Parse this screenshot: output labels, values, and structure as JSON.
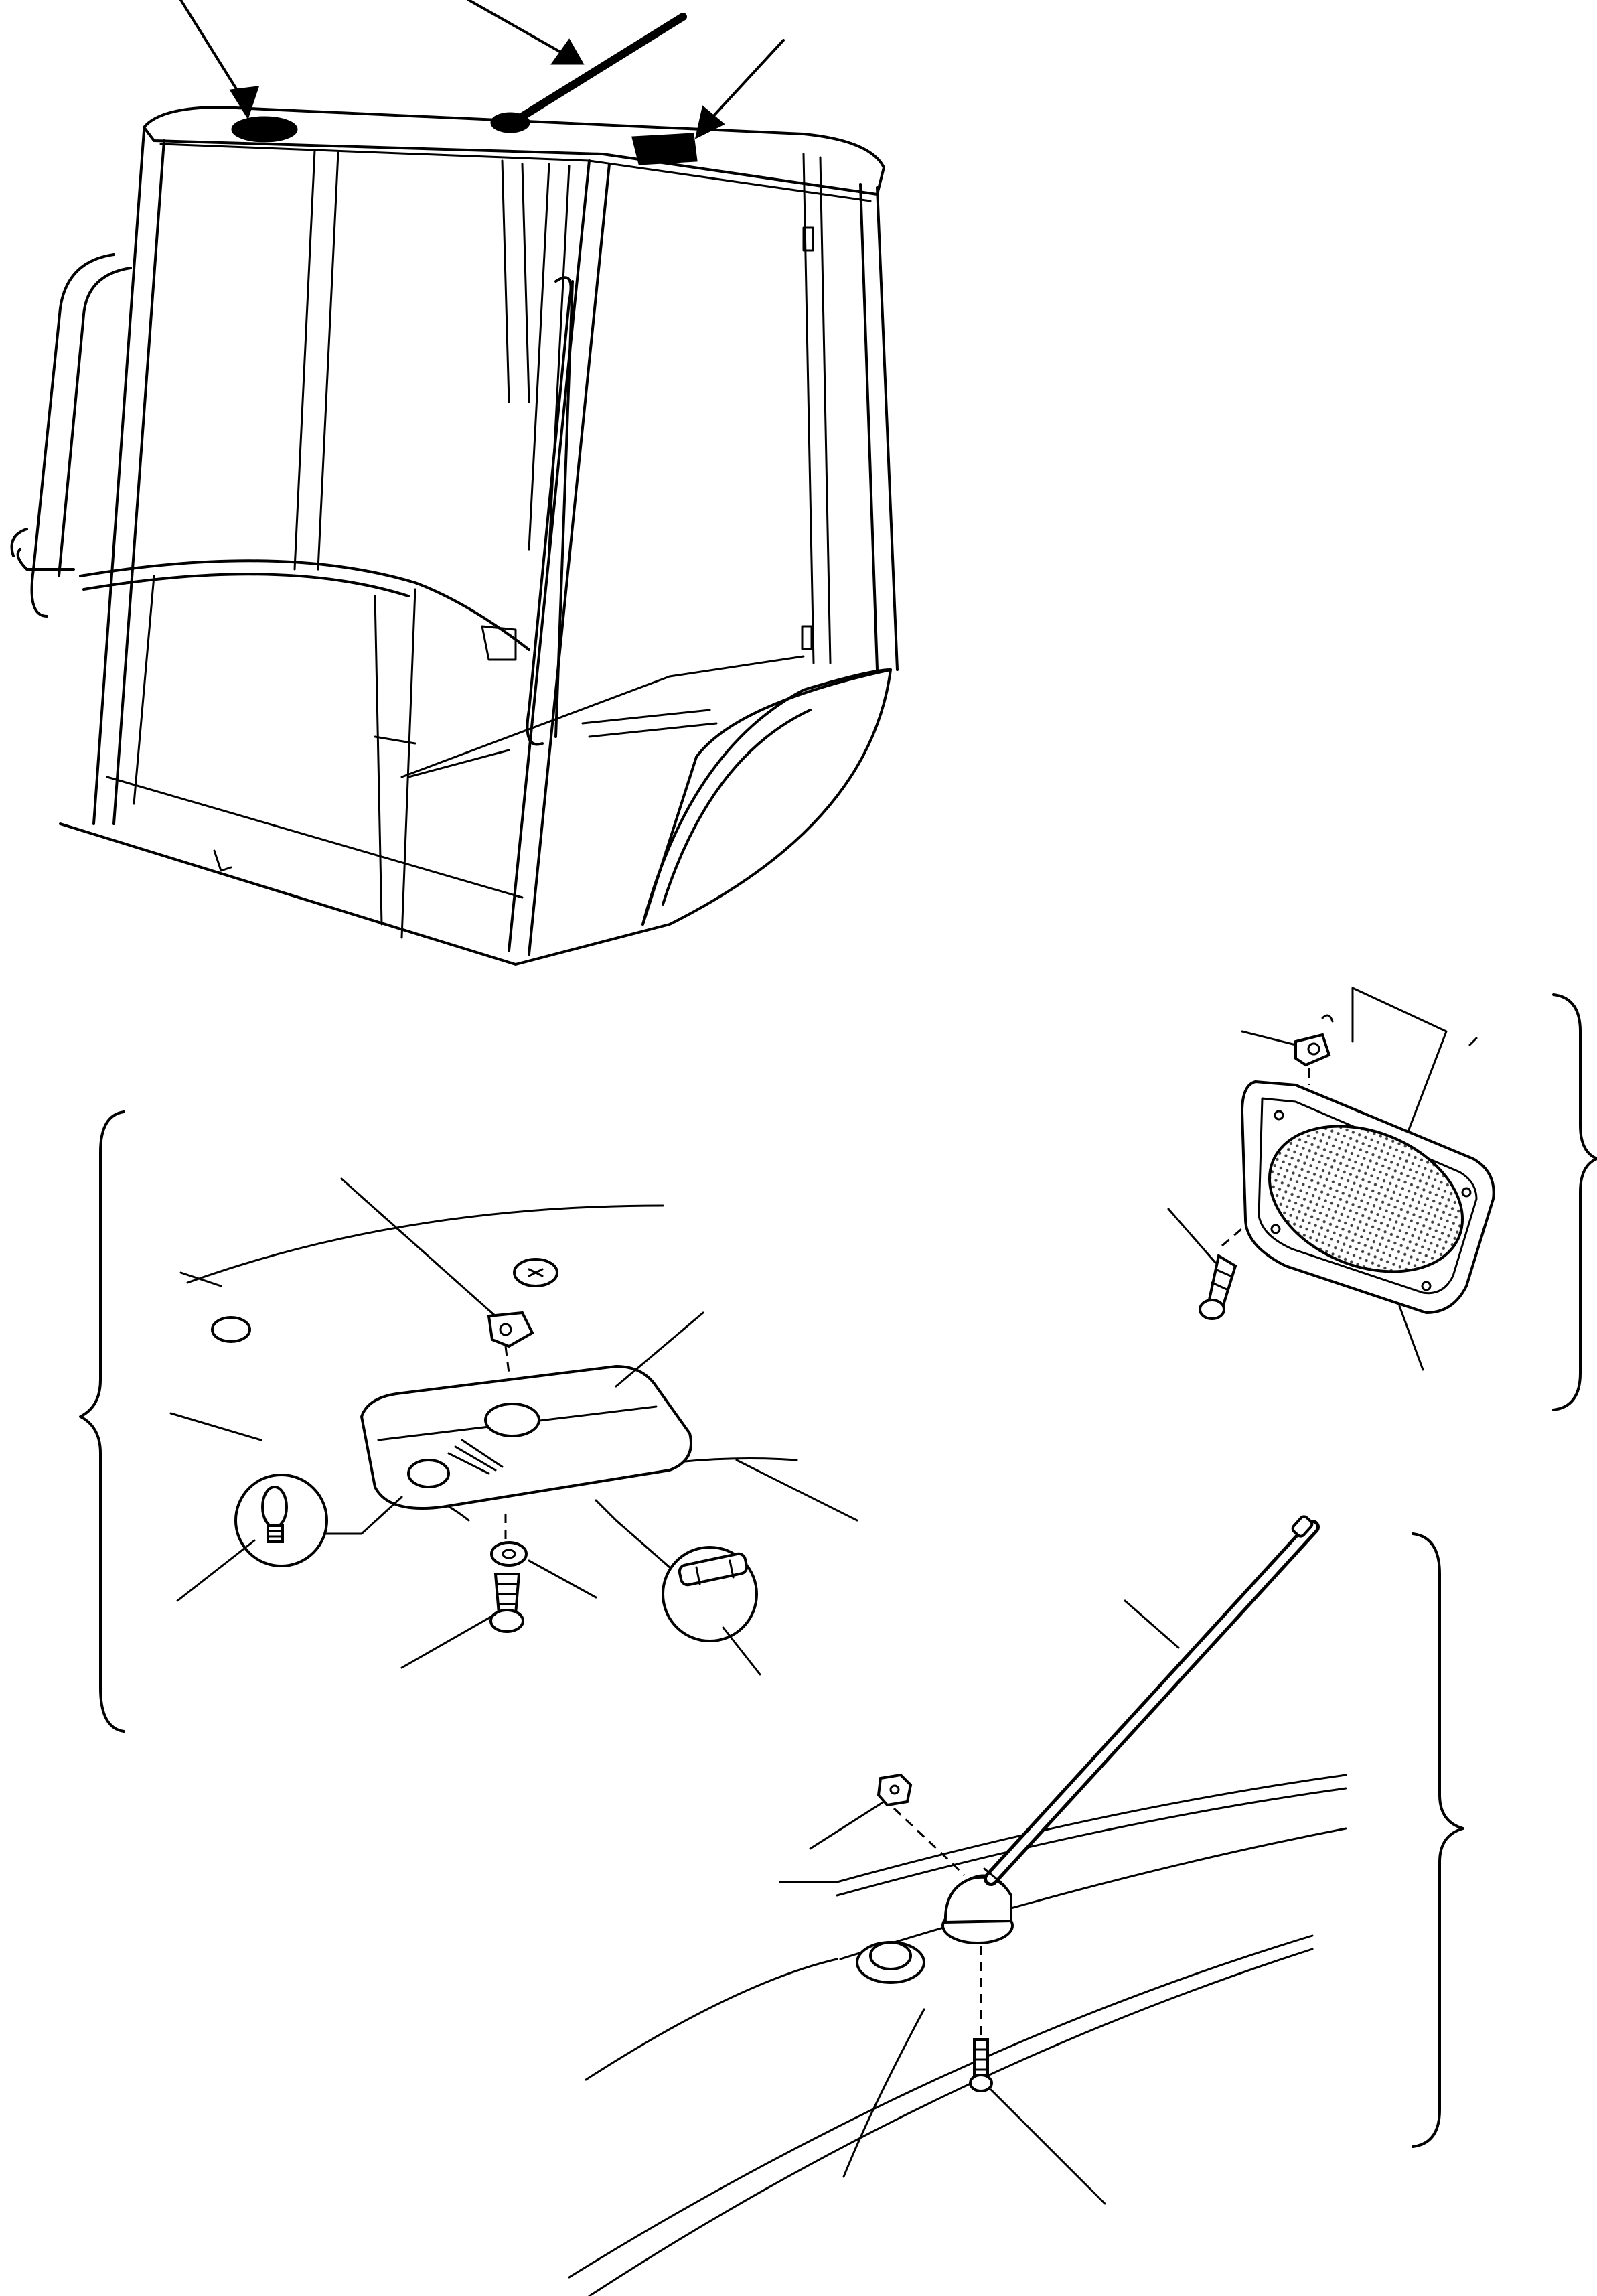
{
  "figure": {
    "views": [
      "cab-overview",
      "roof-light-detail",
      "speaker-detail",
      "antenna-detail"
    ]
  },
  "icons": {
    "brace": "curly-brace",
    "bulb": "light-bulb",
    "fuse": "tubular-fuse",
    "screw": "cross-head-screw",
    "nut": "hex-nut",
    "clip": "retaining-clip"
  },
  "colors": {
    "line": "#000000",
    "background": "#ffffff",
    "mesh": "#cfcfcf"
  }
}
